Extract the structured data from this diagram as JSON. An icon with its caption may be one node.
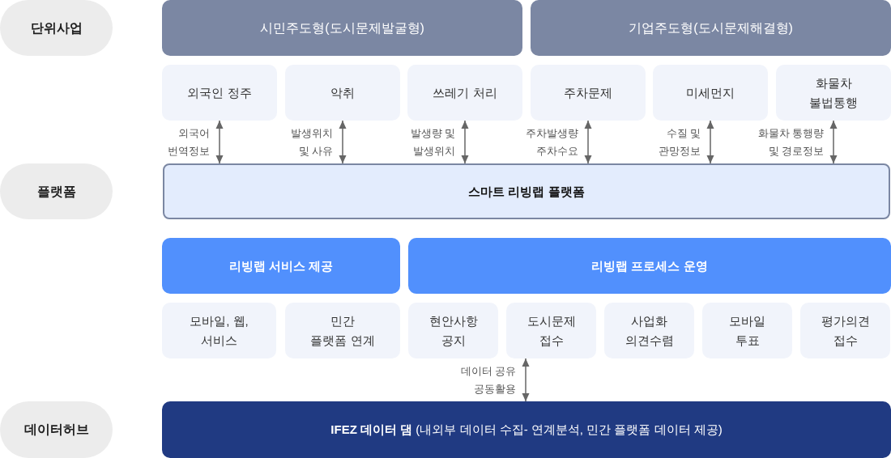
{
  "diagram": {
    "nodes": [
      {
        "text": [
          "단위사업"
        ]
      },
      {
        "text": [
          "시민주도형(도시문제발굴형)"
        ]
      },
      {
        "text": [
          "기업주도형(도시문제해결형)"
        ]
      },
      {
        "text": [
          "외국인 정주"
        ]
      },
      {
        "text": [
          "악취"
        ]
      },
      {
        "text": [
          "쓰레기 처리"
        ]
      },
      {
        "text": [
          "주차문제"
        ]
      },
      {
        "text": [
          "미세먼지"
        ]
      },
      {
        "text": [
          "화물차 불법통행"
        ]
      },
      {
        "text": [
          "플랫폼"
        ]
      },
      {
        "text": [
          "스마트 리빙랩 플랫폼"
        ]
      },
      {
        "text": [
          "리빙랩 서비스 제공"
        ]
      },
      {
        "text": [
          "리빙랩 프로세스 운영"
        ]
      },
      {
        "text": [
          "모바일, 웹, 서비스"
        ]
      },
      {
        "text": [
          "민간 플랫폼 연계"
        ]
      },
      {
        "text": [
          "현안사항 공지"
        ]
      },
      {
        "text": [
          "도시문제 접수"
        ]
      },
      {
        "text": [
          "사업화 의견수렴"
        ]
      },
      {
        "text": [
          "모바일 투표"
        ]
      },
      {
        "text": [
          "평가의견 접수"
        ]
      },
      {
        "text": [
          "데이터허브"
        ]
      },
      {
        "text": [
          "**IFEZ 데이터 댐** (내외부 데이터 수집- 연계분석, 민간 플랫폼 데이터 제공)"
        ]
      }
    ],
    "edges": [
      {
        "from": 3,
        "to": 10,
        "arrow": "both",
        "label": "외국어 번역정보"
      },
      {
        "from": 4,
        "to": 10,
        "arrow": "both",
        "label": "발생위치 및 사유"
      },
      {
        "from": 5,
        "to": 10,
        "arrow": "both",
        "label": "발생량 및 발생위치"
      },
      {
        "from": 6,
        "to": 10,
        "arrow": "both",
        "label": "주차발생량 주차수요"
      },
      {
        "from": 7,
        "to": 10,
        "arrow": "both",
        "label": "수질 및 관망정보"
      },
      {
        "from": 8,
        "to": 10,
        "arrow": "both",
        "label": "화물차 통행량 및 경로정보"
      },
      {
        "from": 16,
        "to": 21,
        "arrow": "both",
        "label": "데이터 공유 공동활용"
      }
    ]
  }
}
